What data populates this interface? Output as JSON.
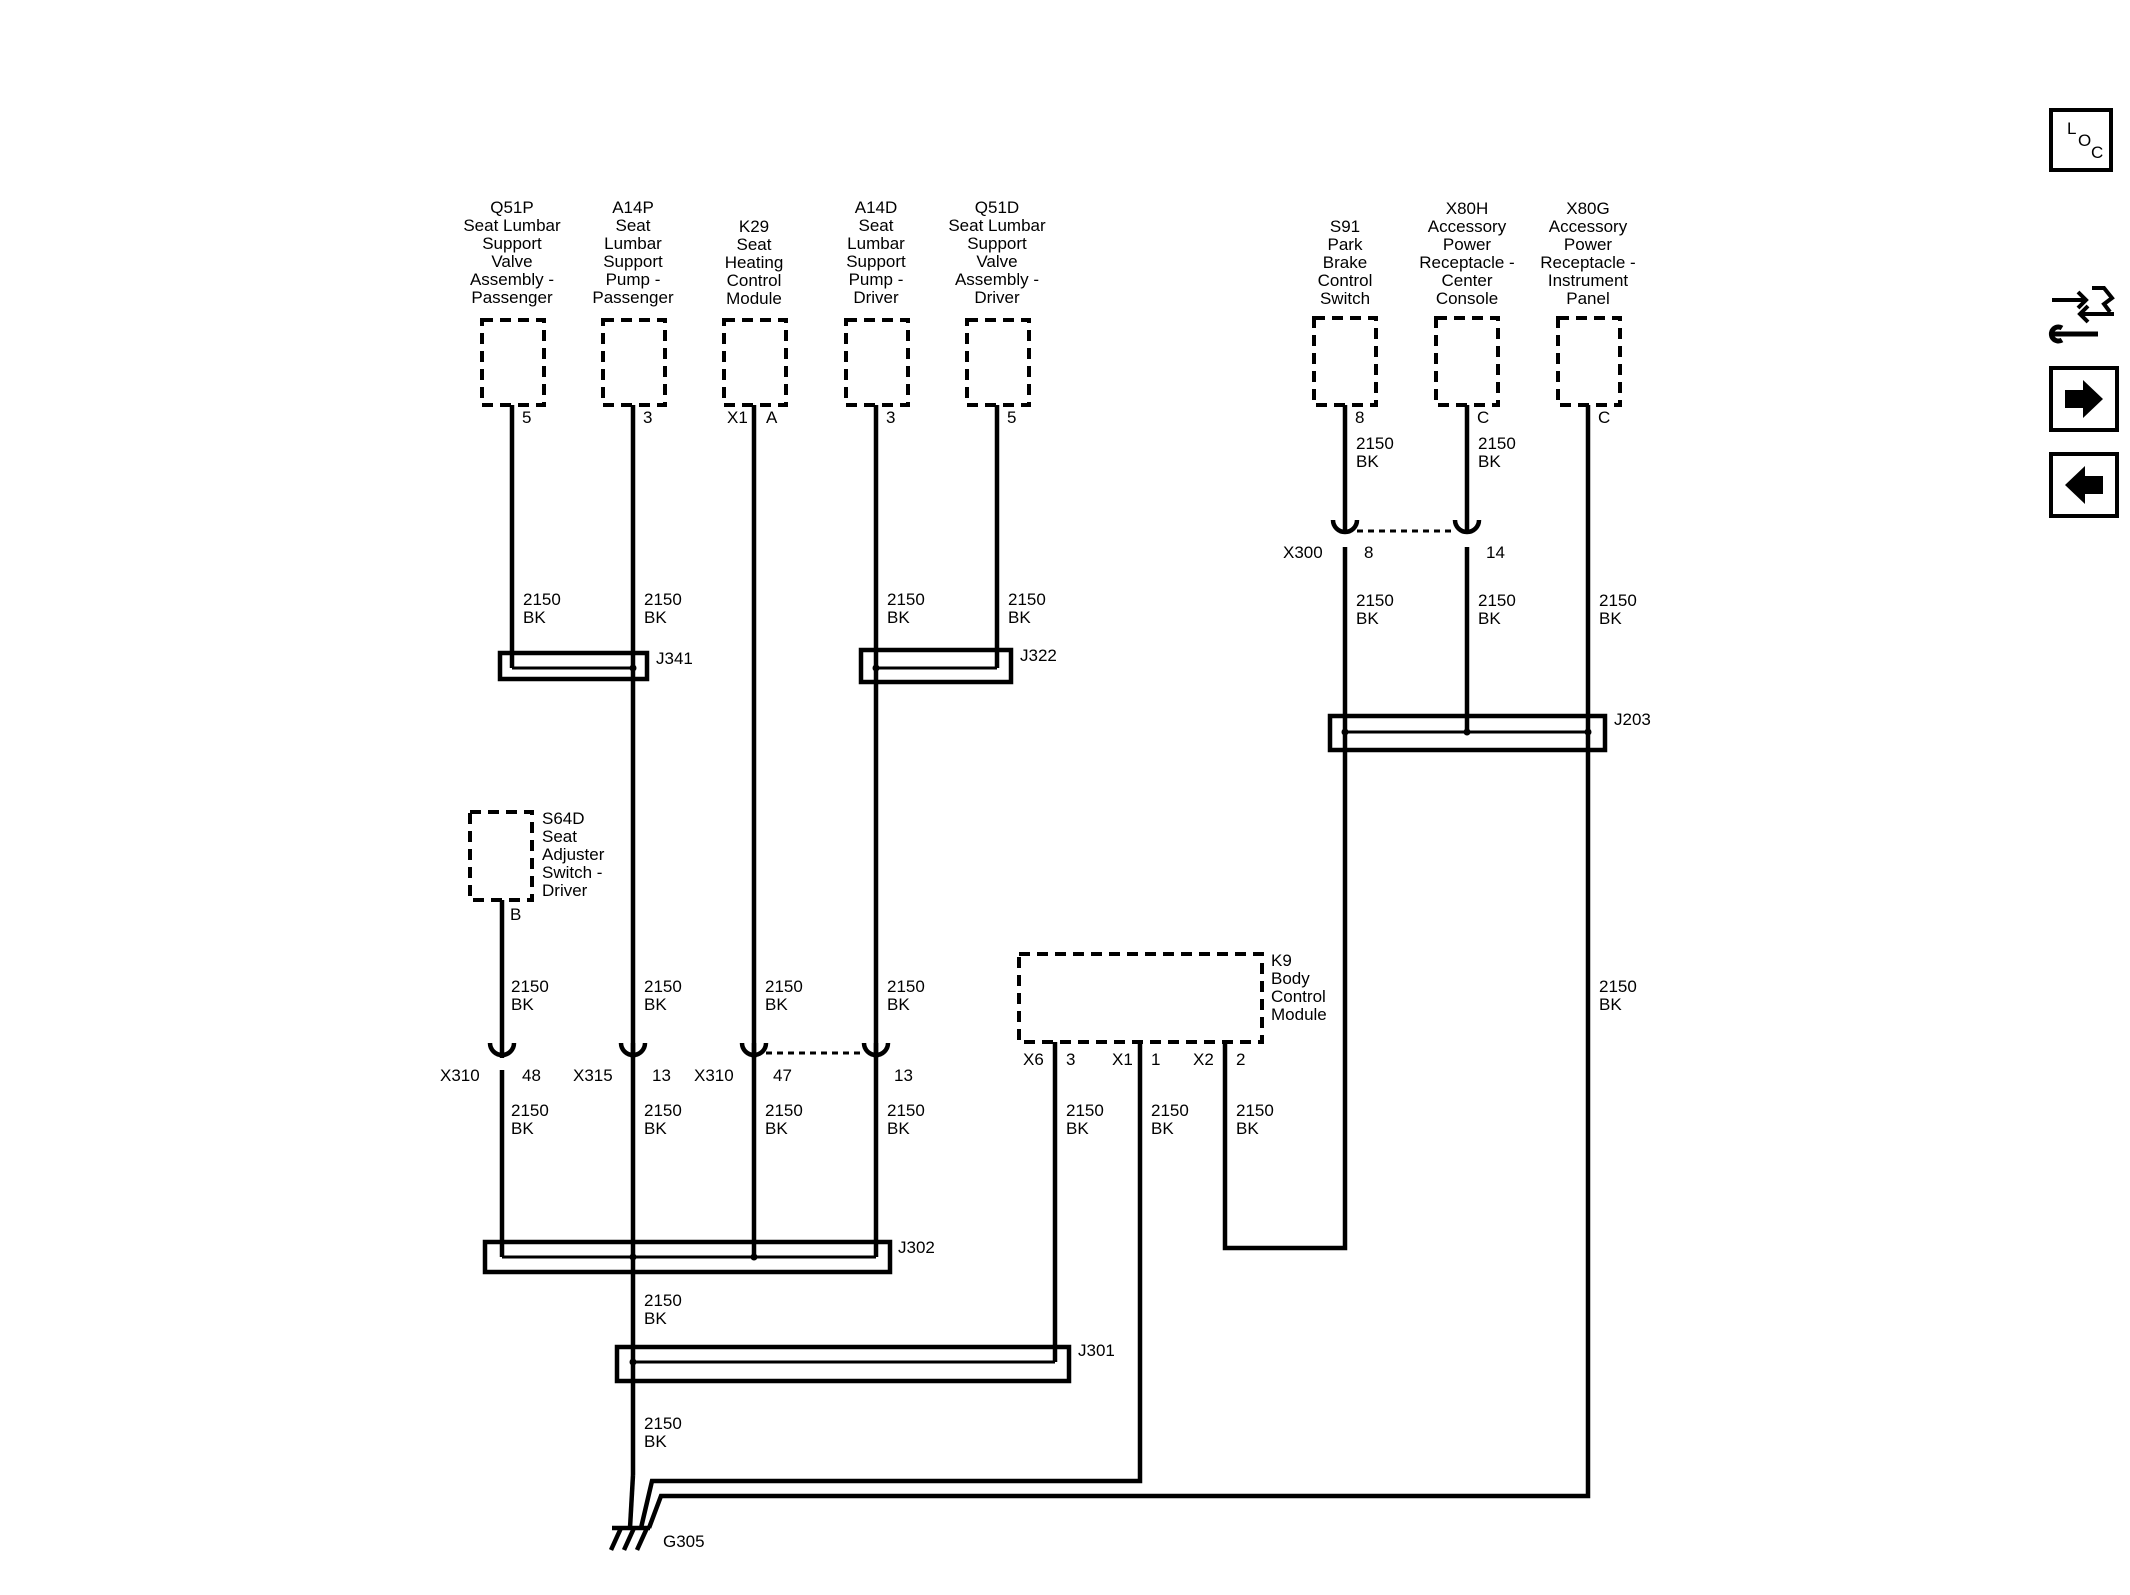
{
  "components": [
    {
      "id": "q51p",
      "code": "Q51P",
      "desc": [
        "Seat Lumbar",
        "Support",
        "Valve",
        "Assembly -",
        "Passenger"
      ],
      "pin": "5"
    },
    {
      "id": "a14p",
      "code": "A14P",
      "desc": [
        "Seat",
        "Lumbar",
        "Support",
        "Pump -",
        "Passenger"
      ],
      "pin": "3"
    },
    {
      "id": "k29",
      "code": "K29",
      "desc": [
        "Seat",
        "Heating",
        "Control",
        "Module"
      ],
      "pin_conn": "X1",
      "pin": "A"
    },
    {
      "id": "a14d",
      "code": "A14D",
      "desc": [
        "Seat",
        "Lumbar",
        "Support",
        "Pump -",
        "Driver"
      ],
      "pin": "3"
    },
    {
      "id": "q51d",
      "code": "Q51D",
      "desc": [
        "Seat Lumbar",
        "Support",
        "Valve",
        "Assembly -",
        "Driver"
      ],
      "pin": "5"
    },
    {
      "id": "s91",
      "code": "S91",
      "desc": [
        "Park",
        "Brake",
        "Control",
        "Switch"
      ],
      "pin": "8"
    },
    {
      "id": "x80h",
      "code": "X80H",
      "desc": [
        "Accessory",
        "Power",
        "Receptacle -",
        "Center",
        "Console"
      ],
      "pin": "C"
    },
    {
      "id": "x80g",
      "code": "X80G",
      "desc": [
        "Accessory",
        "Power",
        "Receptacle -",
        "Instrument",
        "Panel"
      ],
      "pin": "C"
    },
    {
      "id": "s64d",
      "code": "S64D",
      "desc": [
        "Seat",
        "Adjuster",
        "Switch -",
        "Driver"
      ],
      "pin": "B"
    },
    {
      "id": "k9",
      "code": "K9",
      "desc": [
        "Body",
        "Control",
        "Module"
      ],
      "pins": [
        {
          "conn": "X6",
          "pin": "3"
        },
        {
          "conn": "X1",
          "pin": "1"
        },
        {
          "conn": "X2",
          "pin": "2"
        }
      ]
    }
  ],
  "wire": {
    "gauge": "2150",
    "color": "BK"
  },
  "inline_connectors": {
    "x300": {
      "name": "X300",
      "pins": [
        "8",
        "14"
      ]
    },
    "x310a": {
      "name": "X310",
      "pin": "48"
    },
    "x315": {
      "name": "X315",
      "pin": "13"
    },
    "x310b": {
      "name": "X310",
      "pins": [
        "47",
        "13"
      ]
    }
  },
  "splices": [
    "J341",
    "J322",
    "J203",
    "J302",
    "J301"
  ],
  "ground": "G305",
  "nav": {
    "loc": {
      "letters": [
        "L",
        "O",
        "C"
      ]
    },
    "buttons": [
      "connector-locator-icon",
      "next-page-arrow-icon",
      "previous-page-arrow-icon"
    ]
  },
  "colors": {
    "line": "#000000",
    "background": "#ffffff"
  }
}
